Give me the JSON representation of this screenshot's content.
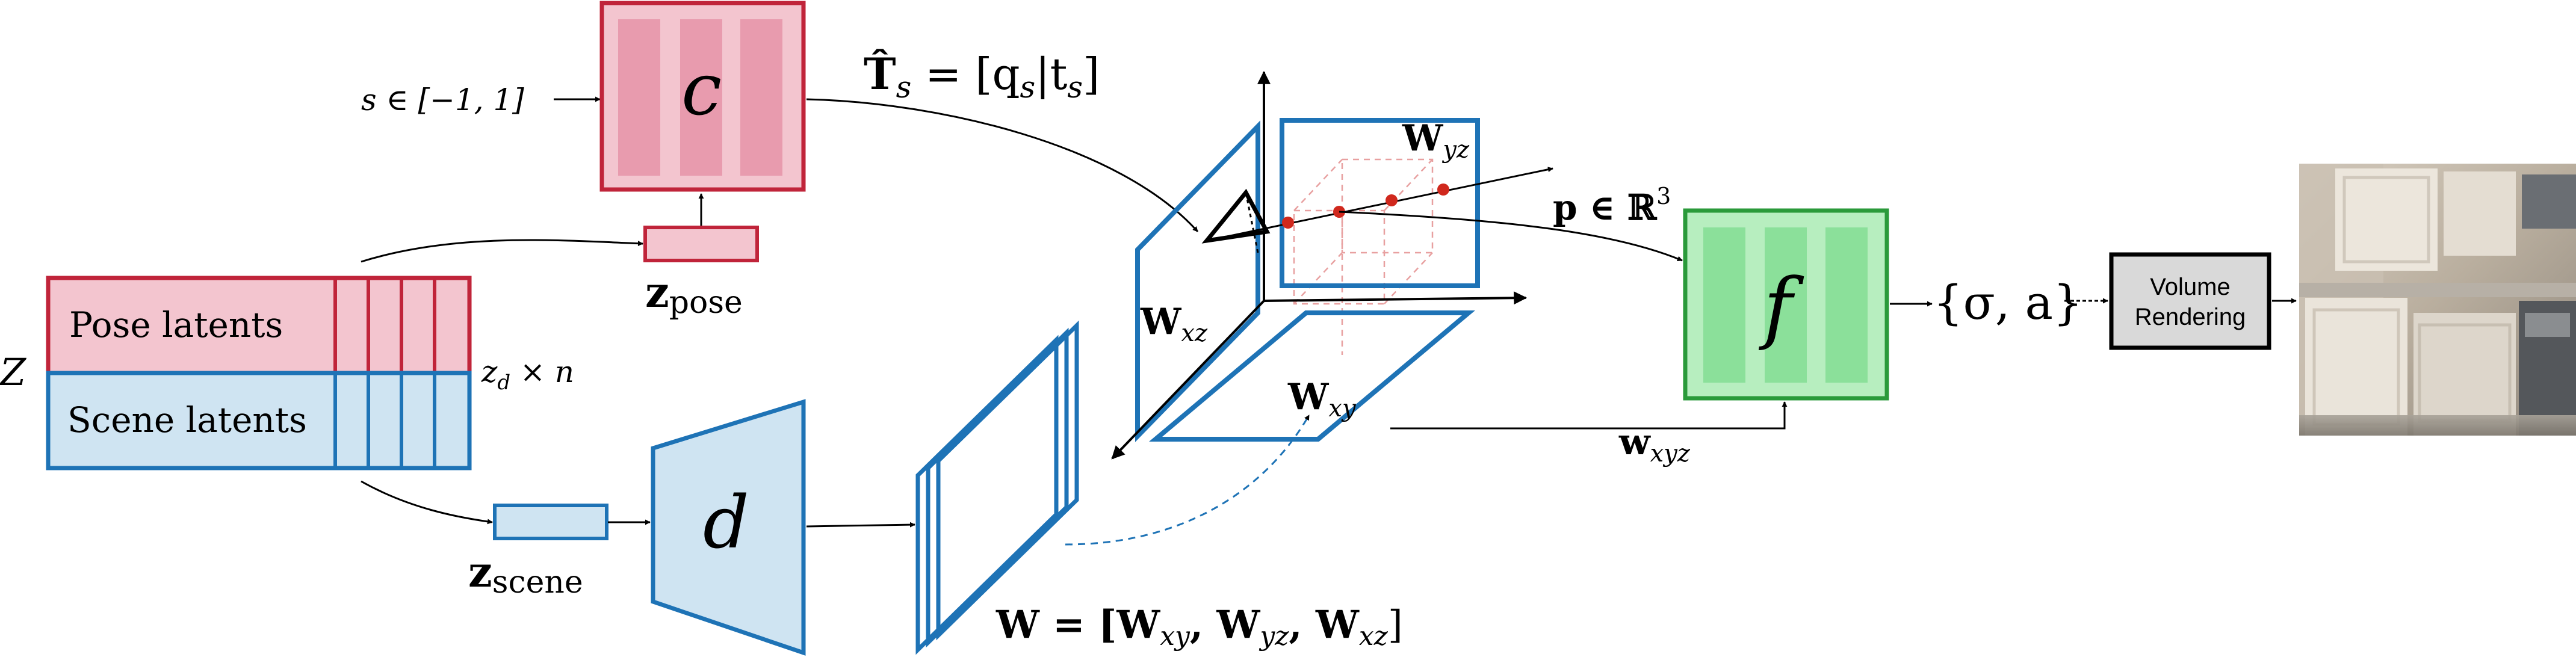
{
  "colors": {
    "pose_red": "#c0243a",
    "pose_fill": "#f3c5cf",
    "pose_fill_dark": "#e89bae",
    "scene_blue": "#1e73b6",
    "scene_fill": "#cfe4f2",
    "green": "#2a9a3a",
    "green_fill": "#b7eebf",
    "green_fill_dark": "#8be09a",
    "gray_box": "#d9d9d9",
    "point_red": "#d0281d"
  },
  "latents": {
    "z_symbol": "Z",
    "pose_label": "Pose latents",
    "scene_label": "Scene latents",
    "dims": "z",
    "dims_sub": "d",
    "dims_rest": " × n"
  },
  "camera": {
    "s_range": "s ∈ [−1, 1]",
    "c_label": "c",
    "z_pose": "z",
    "z_pose_sub": "pose",
    "transform": "T̂",
    "transform_sub": "s",
    "transform_eq": " = [q",
    "transform_q_sub": "s",
    "transform_sep": "|t",
    "transform_t_sub": "s",
    "transform_close": "]"
  },
  "scene": {
    "z_scene": "z",
    "z_scene_sub": "scene",
    "d_label": "d",
    "w_eq": "W = [W",
    "w_xy_sub": "xy",
    "w_comma1": ", W",
    "w_yz_sub": "yz",
    "w_comma2": ", W",
    "w_xz_sub": "xz",
    "w_close": "]"
  },
  "planes": {
    "w_yz": "W",
    "w_yz_sub": "yz",
    "w_xz": "W",
    "w_xz_sub": "xz",
    "w_xy": "W",
    "w_xy_sub": "xy",
    "w_xyz": "w",
    "w_xyz_sub": "xyz",
    "p_label": "p ∈ ℝ",
    "p_sup": "3"
  },
  "decoder": {
    "f_label": "f",
    "output": "{σ, a}"
  },
  "rendering": {
    "line1": "Volume",
    "line2": "Rendering"
  }
}
